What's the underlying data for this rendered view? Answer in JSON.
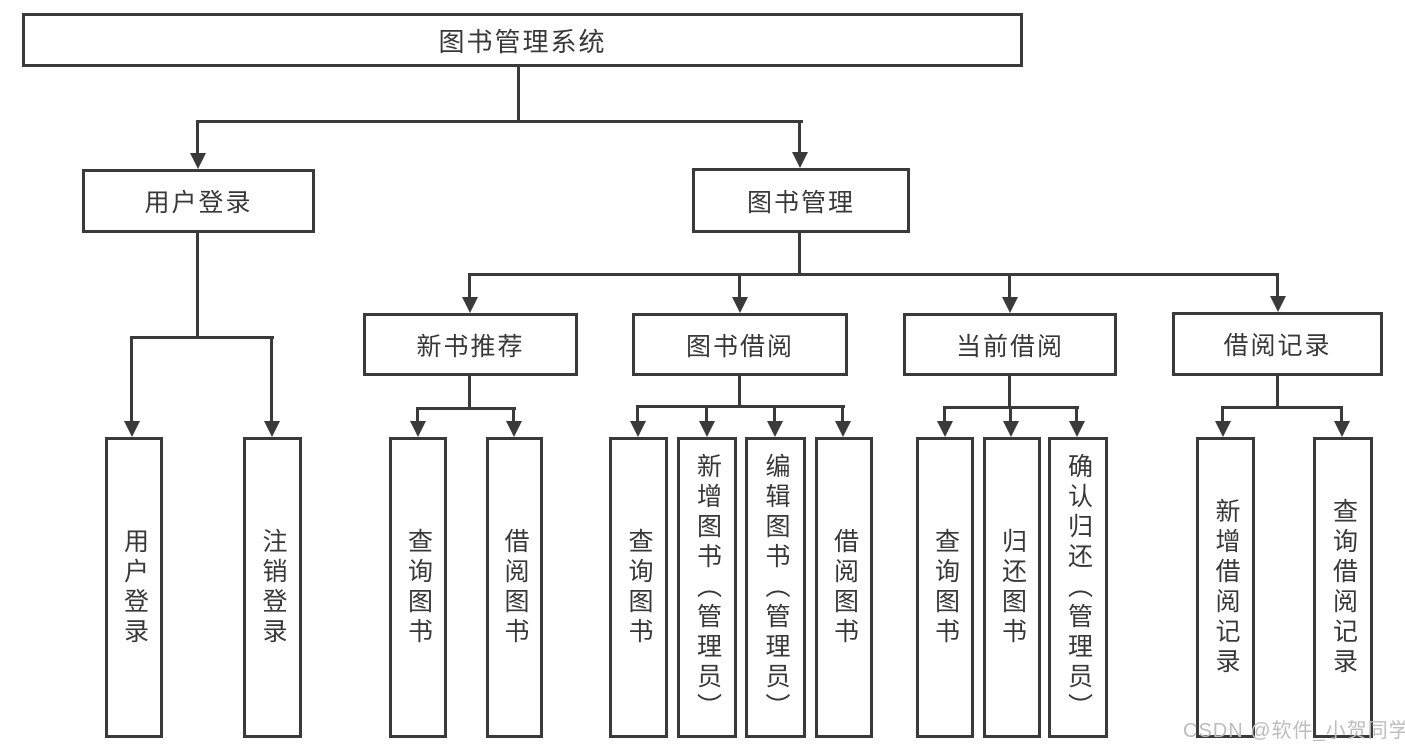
{
  "diagram_title": "图书管理系统",
  "tree": {
    "label": "图书管理系统",
    "children": [
      {
        "label": "用户登录",
        "children": [
          {
            "label": "用户登录"
          },
          {
            "label": "注销登录"
          }
        ]
      },
      {
        "label": "图书管理",
        "children": [
          {
            "label": "新书推荐",
            "children": [
              {
                "label": "查询图书"
              },
              {
                "label": "借阅图书"
              }
            ]
          },
          {
            "label": "图书借阅",
            "children": [
              {
                "label": "查询图书"
              },
              {
                "label": "新增图书（管理员）"
              },
              {
                "label": "编辑图书（管理员）"
              },
              {
                "label": "借阅图书"
              }
            ]
          },
          {
            "label": "当前借阅",
            "children": [
              {
                "label": "查询图书"
              },
              {
                "label": "归还图书"
              },
              {
                "label": "确认归还（管理员）"
              }
            ]
          },
          {
            "label": "借阅记录",
            "children": [
              {
                "label": "新增借阅记录"
              },
              {
                "label": "查询借阅记录"
              }
            ]
          }
        ]
      }
    ]
  },
  "watermark": {
    "text": "CSDN @软件_小贺同学"
  },
  "colors": {
    "line": "#3a3a3a",
    "text": "#383838",
    "box_background": "#ffffff",
    "page_background": "#ffffff",
    "watermark": "#bdbdbd"
  }
}
